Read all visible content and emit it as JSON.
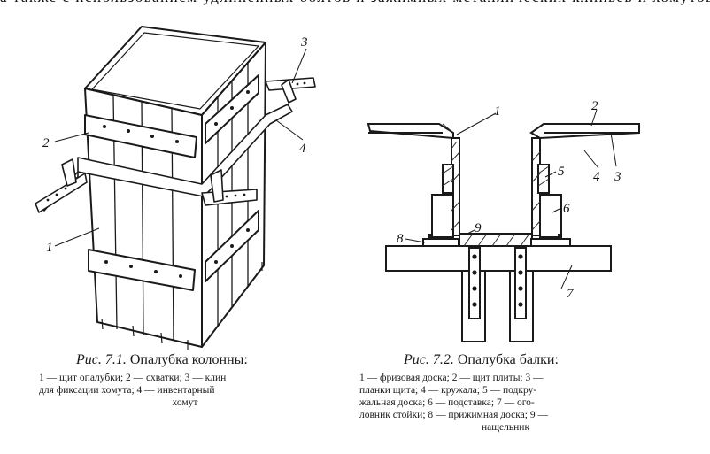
{
  "page": {
    "top_cut_text": "а также с использованием удлиненных болтов и зажимных металлических клиньев и хомутов"
  },
  "figure_1": {
    "callouts": [
      "1",
      "2",
      "3",
      "4"
    ],
    "caption": {
      "label": "Рис. 7.1.",
      "title": "Опалубка колонны:"
    },
    "legend_lines": [
      "1 — щит опалубки; 2 — схватки; 3 — клин",
      "для фиксации хомута; 4 — инвентарный",
      "хомут"
    ]
  },
  "figure_2": {
    "callouts": [
      "1",
      "2",
      "3",
      "4",
      "5",
      "6",
      "7",
      "8",
      "9"
    ],
    "caption": {
      "label": "Рис. 7.2.",
      "title": "Опалубка балки:"
    },
    "legend_lines": [
      "1 — фризовая доска; 2 — щит плиты; 3 —",
      "планки щита; 4 — кружала; 5 — подкру-",
      "жальная доска; 6 — подставка; 7 — ого-",
      "ловник стойки; 8 — прижимная доска; 9 —",
      "нащельник"
    ]
  },
  "colors": {
    "ink": "#1a1a1a",
    "paper": "#ffffff",
    "hatch": "#2a2a2a"
  }
}
